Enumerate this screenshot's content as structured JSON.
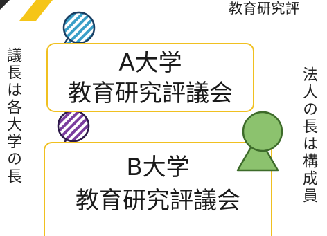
{
  "top_caption": "教育研究評",
  "left_vertical": "議長は各大学の長",
  "right_vertical": "法人の長は構成員",
  "council_a": {
    "line1": "A大学",
    "line2": "教育研究評議会"
  },
  "council_b": {
    "line1": "B大学",
    "line2": "教育研究評議会"
  },
  "colors": {
    "box_border": "#f0c020",
    "accent_stripe": "#f5c518",
    "person_a": "#3a9fc8",
    "person_b": "#7a3c9e",
    "person_c_fill": "#8cc26e",
    "person_c_stroke": "#3d6b2a"
  },
  "icons": [
    "person-a-icon",
    "person-b-icon",
    "person-c-icon",
    "corner-stripe-icon"
  ]
}
